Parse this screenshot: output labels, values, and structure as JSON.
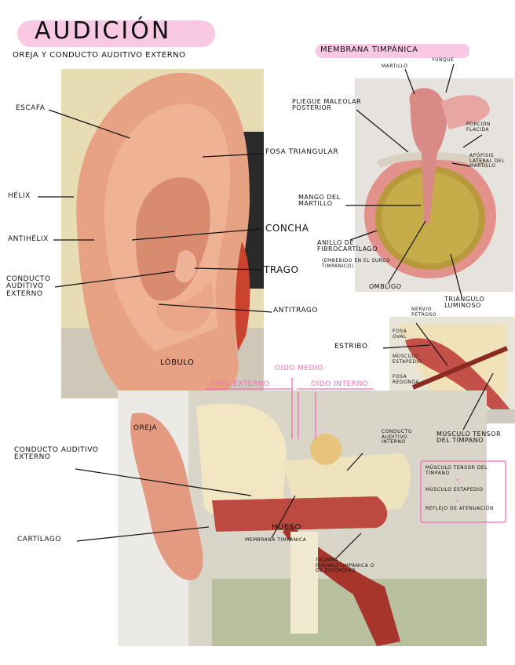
{
  "title": "AUDICIÓN",
  "section_ear": "OREJA Y CONDUCTO AUDITIVO EXTERNO",
  "section_membrane": "MEMBRANA TIMPÁNICA",
  "ear_labels": {
    "escafa": "ESCAFA",
    "fosa_triangular": "FOSA TRIANGULAR",
    "helix": "HÉLIX",
    "antihelix": "ANTIHÉLIX",
    "concha": "CONCHA",
    "trago": "TRAGO",
    "conducto": "CONDUCTO AUDITIVO EXTERNO",
    "antitrago": "ANTITRAGO",
    "lobulo": "LÓBULO"
  },
  "membrane_labels": {
    "martillo": "MARTILLO",
    "yunque": "YUNQUE",
    "pliegue": "PLIEGUE MALEOLAR POSTERIOR",
    "porcion_flacida": "PORCIÓN FLÁCIDA",
    "apofisis": "APÓFISIS LATERAL DEL MARTILLO",
    "mango": "MANGO DEL MARTILLO",
    "anillo": "ANILLO DE FIBROCARTÍLAGO",
    "anillo_note": "(EMBEBIDO EN EL SURCO TIMPÁNICO)",
    "ombligo": "OMBLIGO",
    "triangulo": "TRIÁNGULO LUMINOSO"
  },
  "mid_labels": {
    "nervio": "NERVIO PETROSO",
    "fosa": "FOSA OVAL",
    "estribo": "ESTRIBO",
    "musculo_estapedio": "MÚSCULO ESTAPEDIO",
    "fosa_redonda": "FOSA REDONDA",
    "tensor": "MÚSCULO TENSOR DEL TÍMPANO"
  },
  "section_parts": {
    "oido_medio": "OÍDO MEDIO",
    "oido_externo": "OÍDO EXTERNO",
    "oido_interno": "OÍDO INTERNO"
  },
  "bottom_labels": {
    "oreja": "OREJA",
    "conducto": "CONDUCTO AUDITIVO EXTERNO",
    "cartilago": "CARTÍLAGO",
    "hueso": "HUESO",
    "membrana": "MEMBRANA TIMPÁNICA",
    "trompa": "TROMPA FARINGOTIMPÁNICA O DE EUSTAQUIO",
    "conducto_interno": "CONDUCTO AUDITIVO INTERNO"
  },
  "note": {
    "line1": "MÚSCULO TENSOR DEL TÍMPANO",
    "line2": "MÚSCULO ESTAPEDIO",
    "line3": "REFLEJO DE ATENUACIÓN"
  }
}
